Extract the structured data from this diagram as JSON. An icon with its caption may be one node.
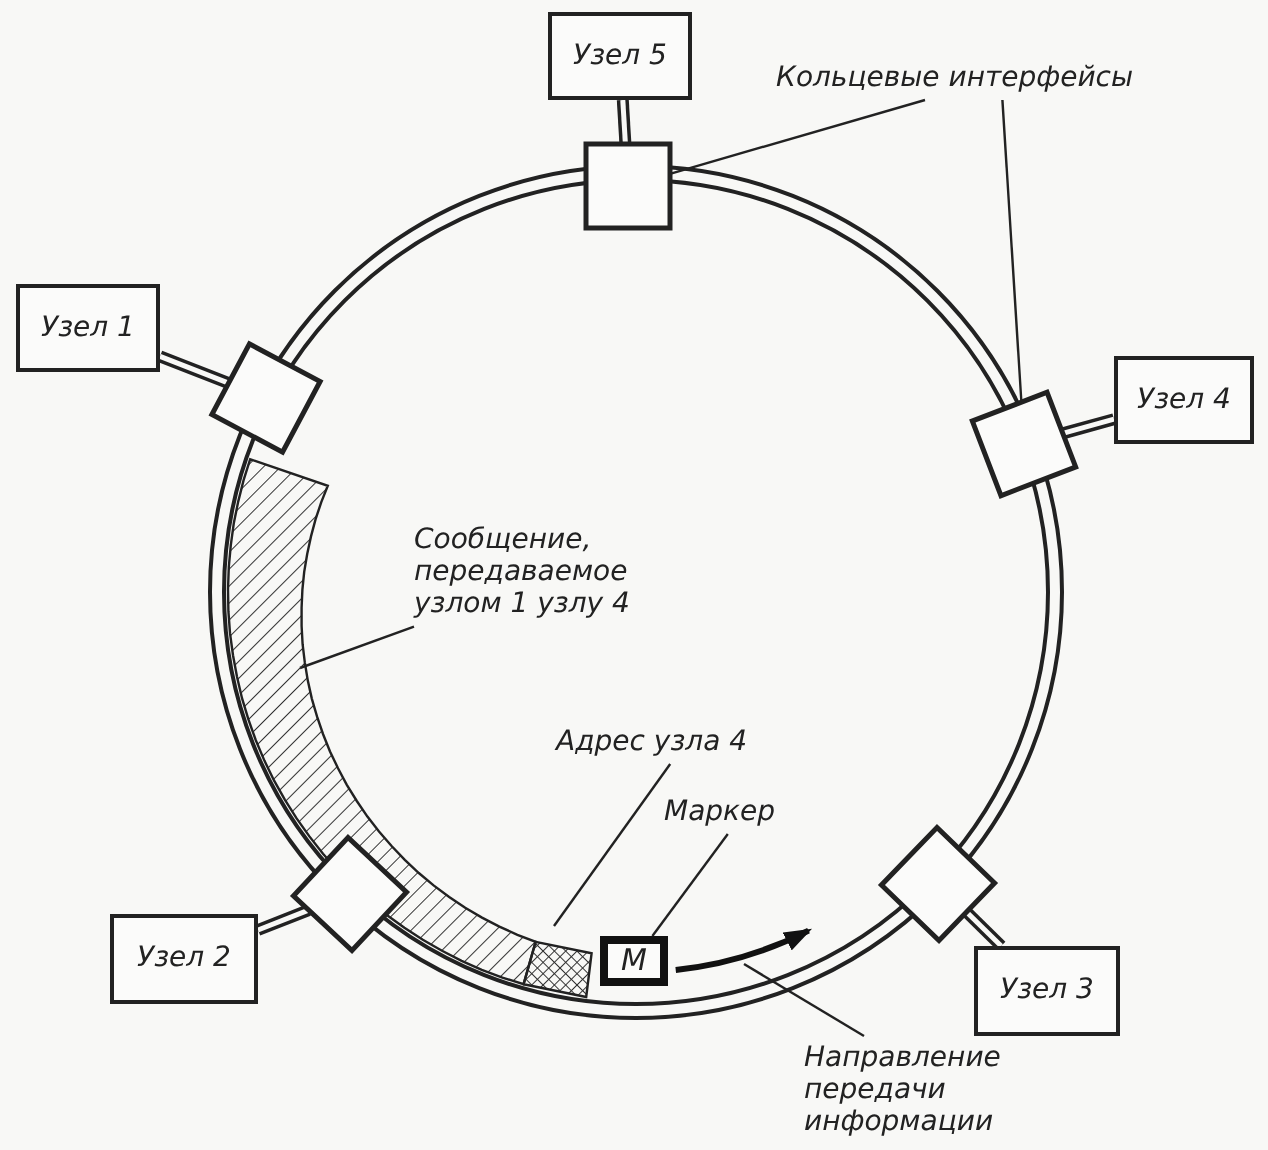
{
  "diagram": {
    "nodes": [
      {
        "text": [
          "Узел 5"
        ]
      },
      {
        "text": [
          "Узел 1"
        ]
      },
      {
        "text": [
          "Узел 4"
        ]
      },
      {
        "text": [
          "Узел 2"
        ]
      },
      {
        "text": [
          "Узел 3"
        ]
      },
      {
        "text": [],
        "shape": "box"
      },
      {
        "text": [],
        "shape": "box"
      },
      {
        "text": [],
        "shape": "box"
      },
      {
        "text": [],
        "shape": "box"
      },
      {
        "text": [],
        "shape": "box"
      },
      {
        "text": [
          "Кольцевые интерфейсы"
        ]
      },
      {
        "text": [
          "Сообщение, передаваемое узлом 1 узлу 4"
        ]
      },
      {
        "text": [],
        "shape": "bar"
      },
      {
        "text": [
          "Адрес узла 4"
        ]
      },
      {
        "text": [],
        "shape": "box"
      },
      {
        "text": [
          "Маркер"
        ]
      },
      {
        "text": [
          "М"
        ]
      },
      {
        "text": [
          "Направление передачи информации"
        ]
      }
    ],
    "edges": [
      {
        "from": 0,
        "to": 7,
        "arrow": "none",
        "style": "thick"
      },
      {
        "from": 1,
        "to": 5,
        "arrow": "none",
        "style": "thick"
      },
      {
        "from": 2,
        "to": 9,
        "arrow": "none",
        "style": "thick"
      },
      {
        "from": 3,
        "to": 6,
        "arrow": "none",
        "style": "thick"
      },
      {
        "from": 4,
        "to": 8,
        "arrow": "none",
        "style": "thick"
      },
      {
        "from": 10,
        "to": 7,
        "arrow": "none"
      },
      {
        "from": 10,
        "to": 9,
        "arrow": "none"
      },
      {
        "from": 11,
        "to": 12,
        "arrow": "none"
      },
      {
        "from": 13,
        "to": 14,
        "arrow": "none"
      },
      {
        "from": 15,
        "to": 16,
        "arrow": "none"
      },
      {
        "from": 17,
        "to": null,
        "arrow": "none"
      }
    ]
  }
}
